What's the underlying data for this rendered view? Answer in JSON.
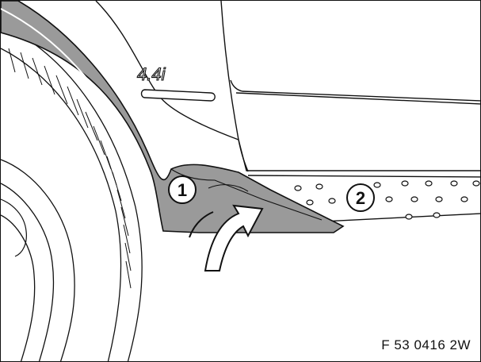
{
  "figure": {
    "code": "F 53 0416 2W"
  },
  "badge": {
    "text": "4.4i"
  },
  "callouts": [
    {
      "label": "1"
    },
    {
      "label": "2"
    }
  ],
  "colors": {
    "line": "#111111",
    "part_fill": "#9a9a9a",
    "background": "#ffffff"
  },
  "icons": {
    "arrow": "curved-arrow-icon"
  }
}
